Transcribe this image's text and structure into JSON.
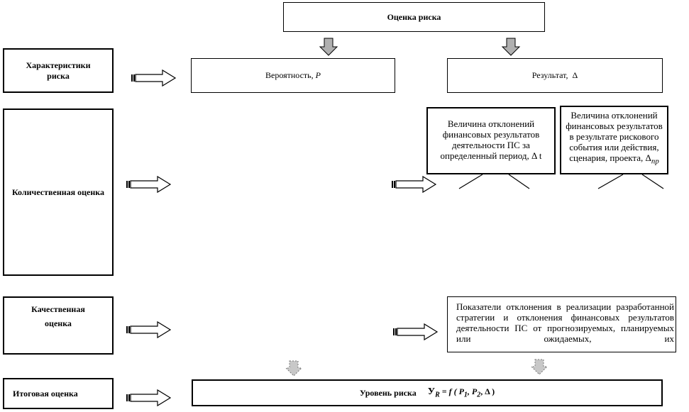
{
  "top": {
    "title": "Оценка риска"
  },
  "left": {
    "characteristics": "Характеристики риска",
    "quantitative": "Количественная оценка",
    "qualitative": "Качественная оценка",
    "final": "Итоговая оценка"
  },
  "row1": {
    "probability_text": "Вероятность, ",
    "probability_symbol": "P",
    "result_text": "Результат,  ",
    "result_symbol": "Δ"
  },
  "quant": {
    "box1": "Величина отклонений финансовых результатов деятельности ПС за определенный период,",
    "box1_symbol": "Δ t",
    "box2": "Величина отклонений финансовых результатов в результате рискового события или действия, сценария, проекта,",
    "box2_symbol": "Δ",
    "box2_subscript": "пр"
  },
  "qual": {
    "text": "Показатели отклонения в реализации разработанной стратегии и отклонения финансовых результатов деятельности ПС от прогнозируемых, планируемых или ожидаемых, их"
  },
  "final_row": {
    "label": "Уровень риска",
    "y": "У",
    "y_sub": "R",
    "formula_mid": " = f ( P",
    "p1_sub": "1",
    "comma": ", P",
    "p2_sub": "2",
    "formula_end": ", Δ )"
  }
}
